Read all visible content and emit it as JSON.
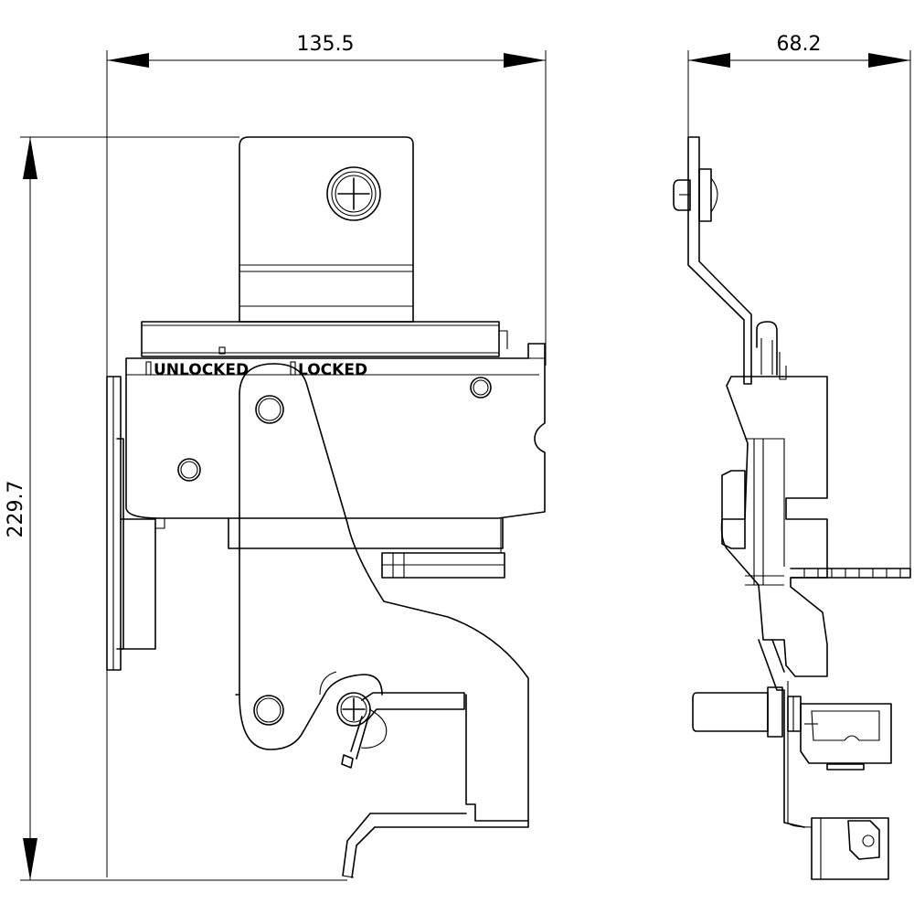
{
  "dimensions": {
    "front_width": "135.5",
    "side_width": "68.2",
    "height": "229.7"
  },
  "labels": {
    "unlocked": "UNLOCKED",
    "locked": "LOCKED"
  },
  "colors": {
    "line": "#000000",
    "background": "#ffffff"
  }
}
